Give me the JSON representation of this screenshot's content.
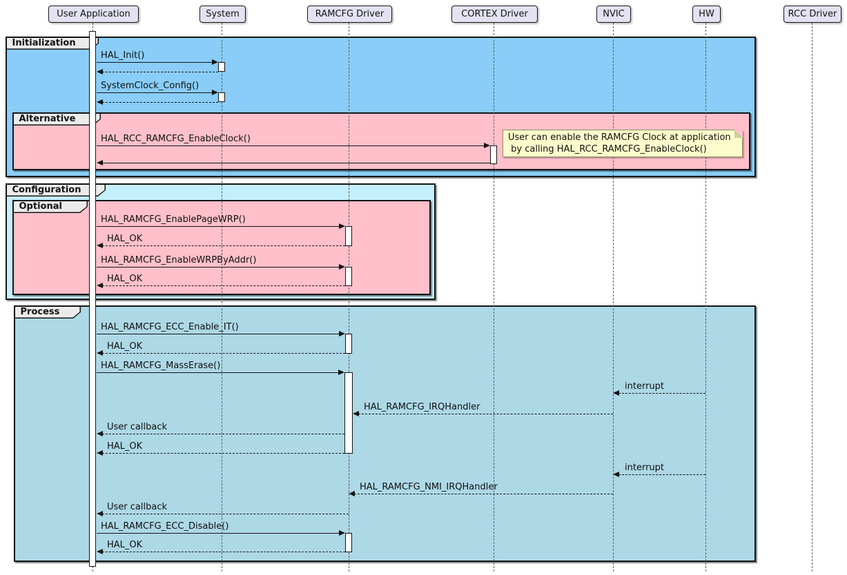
{
  "participants": [
    {
      "label": "User Application"
    },
    {
      "label": "System"
    },
    {
      "label": "RAMCFG Driver"
    },
    {
      "label": "CORTEX Driver"
    },
    {
      "label": "NVIC"
    },
    {
      "label": "HW"
    },
    {
      "label": "RCC Driver"
    }
  ],
  "frames": {
    "initialization": "Initialization",
    "alternative": "Alternative",
    "configuration": "Configuration",
    "optional": "Optional",
    "process": "Process"
  },
  "note": {
    "line1": "User can enable the RAMCFG Clock at application",
    "line2": " by calling HAL_RCC_RAMCFG_EnableClock()"
  },
  "messages": [
    {
      "label": "HAL_Init()",
      "from": "User Application",
      "to": "System",
      "style": "solid"
    },
    {
      "label": "",
      "from": "System",
      "to": "User Application",
      "style": "dashed"
    },
    {
      "label": "SystemClock_Config()",
      "from": "User Application",
      "to": "System",
      "style": "solid"
    },
    {
      "label": "",
      "from": "System",
      "to": "User Application",
      "style": "dashed"
    },
    {
      "label": "HAL_RCC_RAMCFG_EnableClock()",
      "from": "User Application",
      "to": "CORTEX Driver",
      "style": "solid"
    },
    {
      "label": "",
      "from": "CORTEX Driver",
      "to": "User Application",
      "style": "solid"
    },
    {
      "label": "HAL_RAMCFG_EnablePageWRP()",
      "from": "User Application",
      "to": "RAMCFG Driver",
      "style": "solid"
    },
    {
      "label": "HAL_OK",
      "from": "RAMCFG Driver",
      "to": "User Application",
      "style": "dashed"
    },
    {
      "label": "HAL_RAMCFG_EnableWRPByAddr()",
      "from": "User Application",
      "to": "RAMCFG Driver",
      "style": "solid"
    },
    {
      "label": "HAL_OK",
      "from": "RAMCFG Driver",
      "to": "User Application",
      "style": "dashed"
    },
    {
      "label": "HAL_RAMCFG_ECC_Enable_IT()",
      "from": "User Application",
      "to": "RAMCFG Driver",
      "style": "solid"
    },
    {
      "label": "HAL_OK",
      "from": "RAMCFG Driver",
      "to": "User Application",
      "style": "dashed"
    },
    {
      "label": "HAL_RAMCFG_MassErase()",
      "from": "User Application",
      "to": "RAMCFG Driver",
      "style": "solid"
    },
    {
      "label": "interrupt",
      "from": "HW",
      "to": "NVIC",
      "style": "dashed"
    },
    {
      "label": "HAL_RAMCFG_IRQHandler",
      "from": "NVIC",
      "to": "RAMCFG Driver",
      "style": "dashed"
    },
    {
      "label": "User callback",
      "from": "RAMCFG Driver",
      "to": "User Application",
      "style": "dashed"
    },
    {
      "label": "HAL_OK",
      "from": "RAMCFG Driver",
      "to": "User Application",
      "style": "dashed"
    },
    {
      "label": "interrupt",
      "from": "HW",
      "to": "NVIC",
      "style": "dashed"
    },
    {
      "label": "HAL_RAMCFG_NMI_IRQHandler",
      "from": "NVIC",
      "to": "RAMCFG Driver",
      "style": "dashed"
    },
    {
      "label": "User callback",
      "from": "RAMCFG Driver",
      "to": "User Application",
      "style": "dashed"
    },
    {
      "label": "HAL_RAMCFG_ECC_Disable()",
      "from": "User Application",
      "to": "RAMCFG Driver",
      "style": "solid"
    },
    {
      "label": "HAL_OK",
      "from": "RAMCFG Driver",
      "to": "User Application",
      "style": "dashed"
    }
  ],
  "colors": {
    "initialization_frame": "#89CDF8",
    "alternative_frame": "#FFC0CB",
    "configuration_frame": "#C4EFFC",
    "optional_frame": "#FFC0CB",
    "process_frame": "#ADD8E6",
    "note_fill": "#FBFBCB",
    "participant_fill": "#E2E2F0",
    "line_color": "#141414"
  }
}
